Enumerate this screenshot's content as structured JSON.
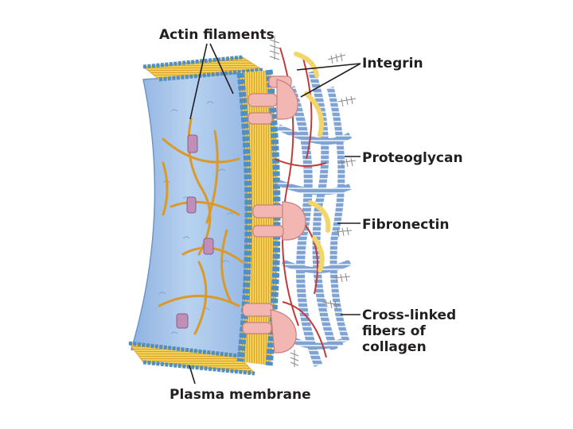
{
  "labels": {
    "actin_filaments": "Actin filaments",
    "integrin": "Integrin",
    "proteoglycan": "Proteoglycan",
    "fibronectin": "Fibronectin",
    "collagen_line1": "Cross-linked",
    "collagen_line2": "fibers of",
    "collagen_line3": "collagen",
    "plasma_membrane": "Plasma membrane"
  },
  "colors": {
    "cytoplasm": "#a9c7ea",
    "membrane_head": "#4f8fc4",
    "membrane_tail": "#f3cf55",
    "actin": "#d99a2b",
    "integrin": "#f2b7b2",
    "collagen": "#7fa3d3",
    "fibronectin_ribbon": "#f3d66a",
    "red_fiber": "#c23b3b",
    "proteoglycan": "#8a8a8a",
    "label_text": "#231f20"
  }
}
